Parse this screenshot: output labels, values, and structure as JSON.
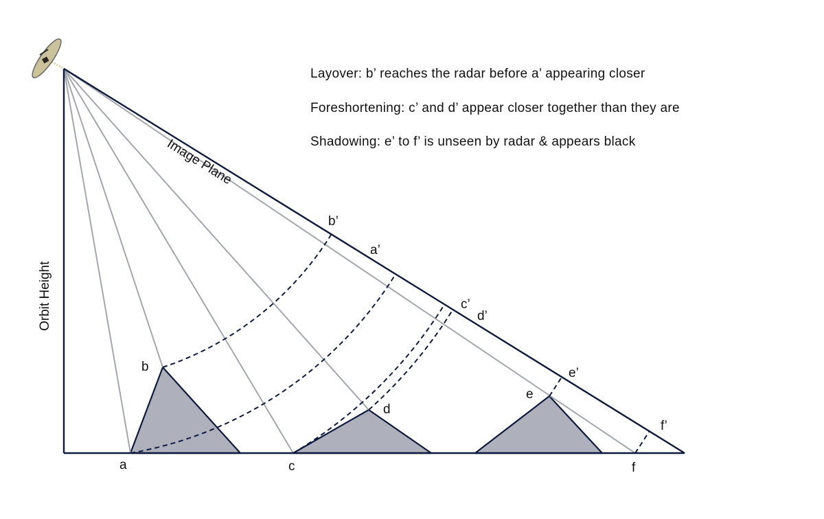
{
  "notes": [
    "Layover: b’ reaches the radar before a’ appearing closer",
    "Foreshortening: c’ and d’ appear closer together than they are",
    "Shadowing: e’ to f’ is unseen by radar &  appears black"
  ],
  "axis_labels": {
    "image_plane": "Image Plane",
    "orbit_height": "Orbit Height"
  },
  "points": {
    "a": "a",
    "b": "b",
    "c": "c",
    "d": "d",
    "e": "e",
    "f": "f"
  },
  "projections": {
    "a": "a’",
    "b": "b’",
    "c": "c’",
    "d": "d’",
    "e": "e’",
    "f": "f’"
  },
  "colors": {
    "line": "#0e1a3c",
    "ray": "#a3a6ae",
    "mountain": "#aeb1bc"
  }
}
